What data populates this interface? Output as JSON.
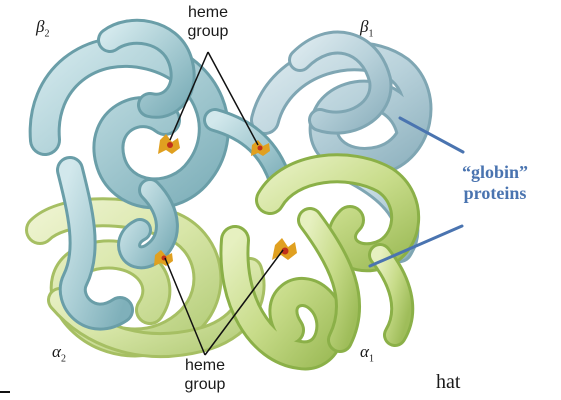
{
  "labels": {
    "beta2": "β",
    "beta2_sub": "2",
    "beta1": "β",
    "beta1_sub": "1",
    "alpha2": "α",
    "alpha2_sub": "2",
    "alpha1": "α",
    "alpha1_sub": "1",
    "heme_top_line1": "heme",
    "heme_top_line2": "group",
    "heme_bottom_line1": "heme",
    "heme_bottom_line2": "group",
    "globin_line1": "“globin”",
    "globin_line2": "proteins",
    "trailing_text": "hat"
  },
  "colors": {
    "beta_chain": "#a9cdd4",
    "beta_chain_dark": "#7fb0ba",
    "beta_chain_light": "#c9e2e6",
    "alpha_chain": "#c8dc8a",
    "alpha_chain_dark": "#9fbd5a",
    "alpha_chain_light": "#dfeab4",
    "heme": "#e0a020",
    "heme_center": "#c0301a",
    "arrow": "#4a74b0",
    "pointer_line": "#111111"
  }
}
